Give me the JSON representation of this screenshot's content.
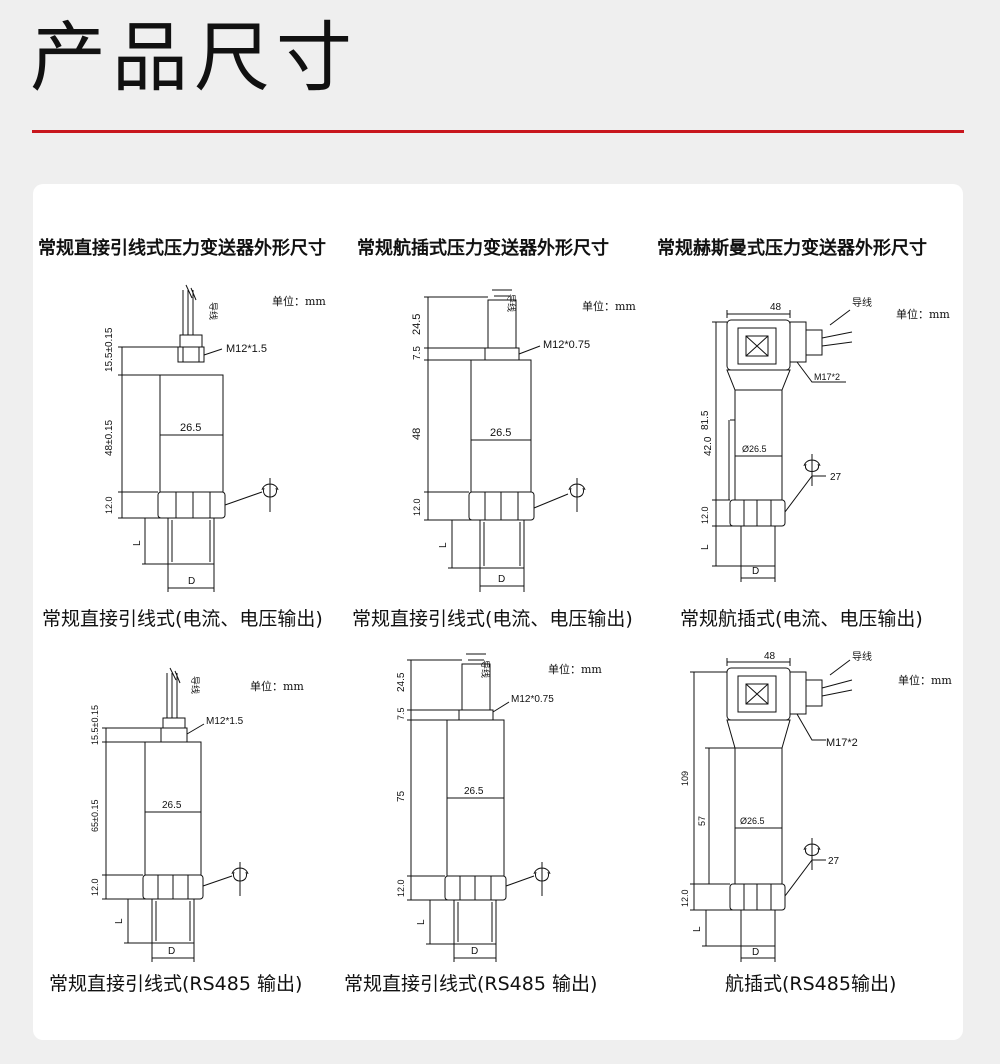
{
  "page": {
    "title": "产品尺寸"
  },
  "columns": [
    "常规直接引线式压力变送器外形尺寸",
    "常规航插式压力变送器外形尺寸",
    "常规赫斯曼式压力变送器外形尺寸"
  ],
  "unit_label": "单位：mm",
  "captions": [
    "常规直接引线式(电流、电压输出)",
    "常规直接引线式(电流、电压输出)",
    "常规航插式(电流、电压输出)",
    "常规直接引线式(RS485 输出)",
    "常规直接引线式(RS485 输出)",
    "航插式(RS485输出)"
  ],
  "drawings": {
    "d1": {
      "cable": "导线",
      "thread": "M12*1.5",
      "top": "15.5±0.15",
      "body": "48±0.15",
      "width": "26.5",
      "hex": "12.0",
      "L": "L",
      "D": "D"
    },
    "d2": {
      "cable": "导线",
      "thread": "M12*0.75",
      "plug": "24.5",
      "neck": "7.5",
      "body": "48",
      "width": "26.5",
      "hex": "12.0",
      "L": "L",
      "D": "D"
    },
    "d3": {
      "width_top": "48",
      "cable": "导线",
      "thread": "M17*2",
      "total": "81.5",
      "body": "42.0",
      "dia": "Ø26.5",
      "hex_w": "27",
      "hex": "12.0",
      "L": "L",
      "D": "D"
    },
    "d4": {
      "cable": "导线",
      "thread": "M12*1.5",
      "top": "15.5±0.15",
      "body": "65±0.15",
      "width": "26.5",
      "hex": "12.0",
      "L": "L",
      "D": "D"
    },
    "d5": {
      "cable": "导线",
      "thread": "M12*0.75",
      "plug": "24.5",
      "neck": "7.5",
      "body": "75",
      "width": "26.5",
      "hex": "12.0",
      "L": "L",
      "D": "D"
    },
    "d6": {
      "width_top": "48",
      "cable": "导线",
      "thread": "M17*2",
      "total": "109",
      "body": "57",
      "dia": "Ø26.5",
      "hex_w": "27",
      "hex": "12.0",
      "L": "L",
      "D": "D"
    }
  }
}
